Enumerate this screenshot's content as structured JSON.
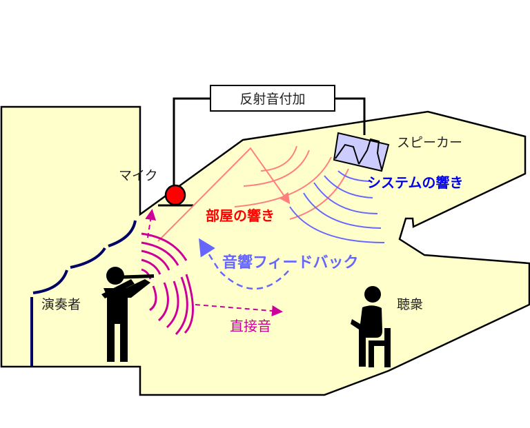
{
  "labels": {
    "effect_box": "反射音付加",
    "speaker": "スピーカー",
    "mic": "マイク",
    "system_reverb": "システムの響き",
    "room_reverb": "部屋の響き",
    "feedback": "音響フィードバック",
    "performer": "演奏者",
    "direct_sound": "直接音",
    "audience": "聴衆"
  },
  "colors": {
    "hall_fill": "#ffffcc",
    "mic": "#ff0000",
    "speaker": "#ccccff",
    "room_reverb": "#ff7f7f",
    "system_reverb": "#6666ff",
    "direct": "#cc0099",
    "stage_reflector": "#000066"
  }
}
